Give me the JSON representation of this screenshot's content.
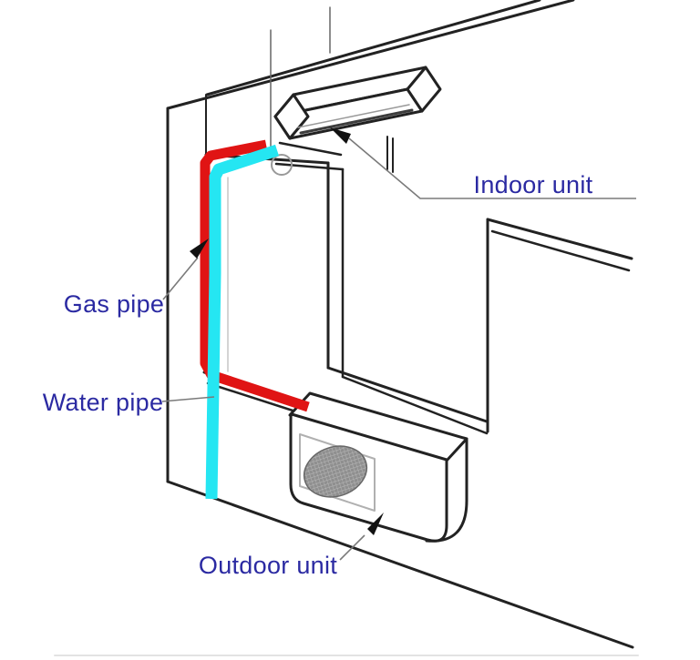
{
  "diagram": {
    "type": "air-conditioner-installation-diagram",
    "labels": {
      "indoor_unit": "Indoor unit",
      "gas_pipe": "Gas pipe",
      "water_pipe": "Water pipe",
      "outdoor_unit": "Outdoor unit"
    },
    "colors": {
      "label_text": "#2b2aa2",
      "gas_pipe": "#e01414",
      "water_pipe": "#25e6f2",
      "structure_line": "#222222",
      "leader_line": "#7a7a7a",
      "arrowhead": "#111111",
      "fan_fill": "#8f8f8f"
    }
  }
}
